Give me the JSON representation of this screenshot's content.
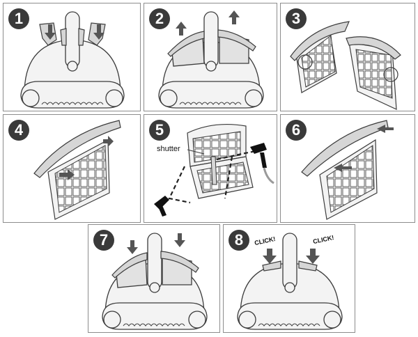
{
  "colors": {
    "outline": "#3c3c3c",
    "body_fill": "#f3f3f3",
    "lid_fill": "#d6d6d6",
    "arrow_fill": "#555555",
    "badge_fill": "#3a3a3a",
    "hand_fill": "#111111"
  },
  "steps": [
    {
      "number": "1"
    },
    {
      "number": "2"
    },
    {
      "number": "3"
    },
    {
      "number": "4"
    },
    {
      "number": "5",
      "label": "shutter"
    },
    {
      "number": "6"
    },
    {
      "number": "7"
    },
    {
      "number": "8",
      "click_left": "CLICK!",
      "click_right": "CLICK!"
    }
  ]
}
